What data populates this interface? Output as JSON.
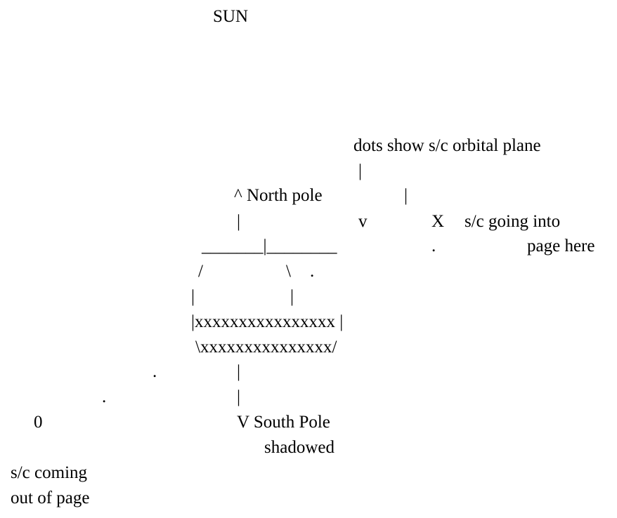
{
  "sun_label": "SUN",
  "orbit_note": "dots show s/c orbital plane",
  "pointer_bar": "|",
  "north": "^ North pole",
  "axis_bar": "|",
  "arrow_down": "v",
  "sc_into_marker": "X",
  "sc_into_text": "s/c going into",
  "sc_into_text2": "page here",
  "orbit_dot": ".",
  "top_bar": "_______|________",
  "shoulder_left": "/",
  "shoulder_right": "\\",
  "side_bar": "|",
  "shadow_row1": "|xxxxxxxxxxxxxxxx |",
  "shadow_row2": "\\xxxxxxxxxxxxxxx/",
  "sc_out_marker": "0",
  "south": "V South Pole",
  "shadowed": "shadowed",
  "sc_out_text1": "s/c coming",
  "sc_out_text2": "out of page",
  "colors": {
    "background": "#ffffff",
    "text": "#000000"
  }
}
